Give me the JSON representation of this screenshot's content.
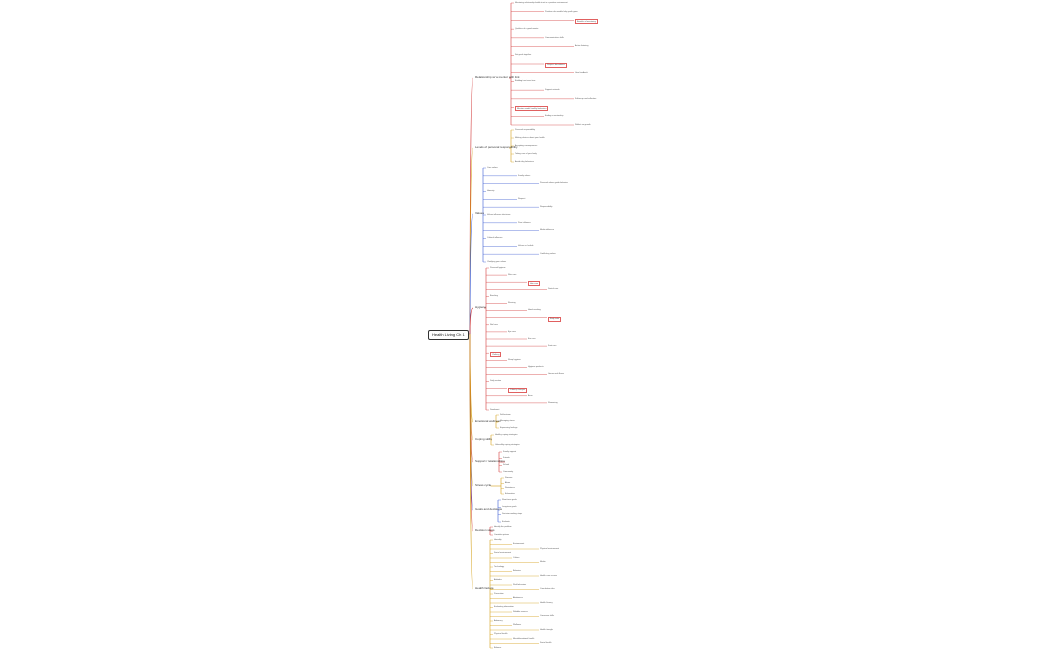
{
  "root": {
    "label": "Health Living Ch 1"
  },
  "branches": [
    {
      "id": "b1",
      "label": "Relationship w/ a mentor with link",
      "color": "#d23b3b",
      "leaves": [
        "Mentoring relationship builds trust in a positive environment",
        "Positive role models help youth grow",
        "Benefits of mentoring",
        "Qualities of a good mentor",
        "Communication skills",
        "Active listening",
        "Set goals together",
        "Respect boundaries",
        "Give feedback",
        "Building trust over time",
        "Support network",
        "Follow-up and reflection",
        "Mentors model healthy behaviors",
        "Ending a mentorship",
        "Reflect on growth"
      ]
    },
    {
      "id": "b2",
      "label": "Levels of personal responsibility",
      "color": "#d4a017",
      "leaves": [
        "Personal responsibility",
        "Making choices about your health",
        "Accepting consequences",
        "Taking care of your body",
        "Avoid risky behaviors"
      ]
    },
    {
      "id": "b3",
      "label": "Values",
      "color": "#3b5bd2",
      "leaves": [
        "Core values",
        "Family values",
        "Personal values guide behavior",
        "Honesty",
        "Respect",
        "Responsibility",
        "Values influence decisions",
        "Peer influence",
        "Media influence",
        "Cultural influence",
        "Values vs. beliefs",
        "Conflicting values",
        "Clarifying your values"
      ]
    },
    {
      "id": "b4",
      "label": "Hygiene",
      "color": "#d23b3b",
      "leaves": [
        "Personal hygiene",
        "Skin care",
        "Hair care",
        "Dental care",
        "Brushing",
        "Flossing",
        "Hand washing",
        "Body odor",
        "Nail care",
        "Eye care",
        "Ear care",
        "Foot care",
        "Clothing",
        "Sleep hygiene",
        "Hygiene products",
        "Germs and illness",
        "Daily routine",
        "Puberty changes",
        "Acne",
        "Showering",
        "Deodorant"
      ]
    },
    {
      "id": "b5",
      "label": "Emotional wellness",
      "color": "#d4a017",
      "leaves": [
        "Self-esteem",
        "Managing stress",
        "Expressing feelings"
      ]
    },
    {
      "id": "b6",
      "label": "Coping skills",
      "color": "#d4a017",
      "leaves": [
        "Healthy coping strategies",
        "Unhealthy coping strategies"
      ]
    },
    {
      "id": "b7",
      "label": "Support / relationships",
      "color": "#d23b3b",
      "leaves": [
        "Family support",
        "Friends",
        "School",
        "Community"
      ]
    },
    {
      "id": "b8",
      "label": "Stress cycle",
      "color": "#d4a017",
      "leaves": [
        "Stressor",
        "Alarm",
        "Resistance",
        "Exhaustion"
      ]
    },
    {
      "id": "b9",
      "label": "Goals and decisions",
      "color": "#3b5bd2",
      "leaves": [
        "Short-term goals",
        "Long-term goals",
        "Decision-making steps",
        "Evaluate"
      ]
    },
    {
      "id": "b10",
      "label": "Decision steps",
      "color": "#d23b3b",
      "leaves": [
        "Identify the problem",
        "Consider options"
      ]
    },
    {
      "id": "b11",
      "label": "Health factors",
      "color": "#d4a017",
      "leaves": [
        "Heredity",
        "Environment",
        "Physical environment",
        "Social environment",
        "Culture",
        "Media",
        "Technology",
        "Behavior",
        "Health care access",
        "Attitudes",
        "Risk behaviors",
        "Cumulative risks",
        "Prevention",
        "Abstinence",
        "Health literacy",
        "Evaluating information",
        "Reliable sources",
        "Consumer skills",
        "Advocacy",
        "Wellness",
        "Health triangle",
        "Physical health",
        "Mental/emotional health",
        "Social health",
        "Balance"
      ]
    }
  ]
}
